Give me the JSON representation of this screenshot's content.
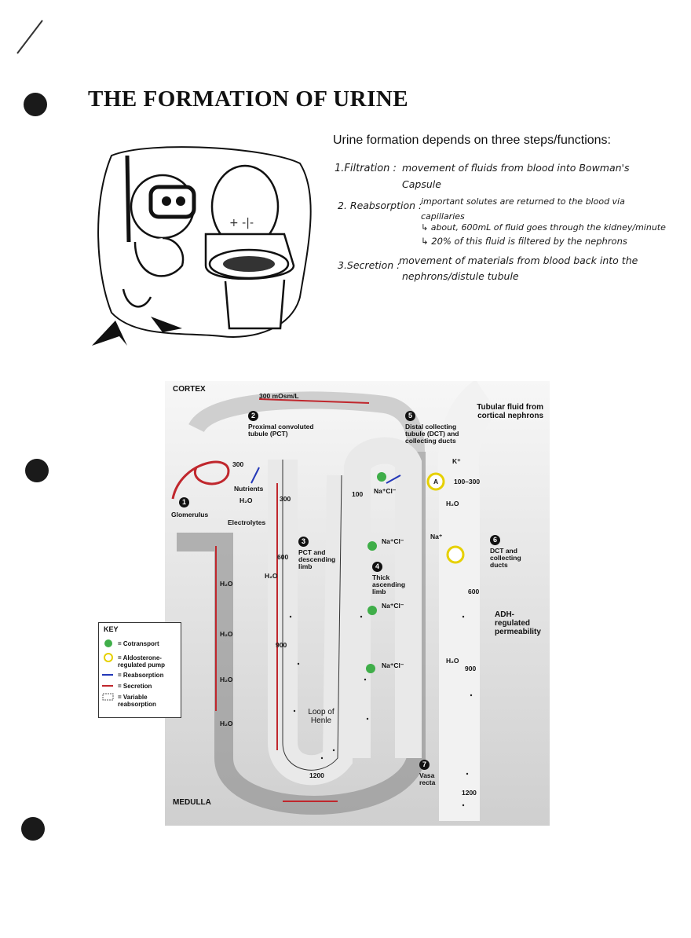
{
  "page": {
    "title": "THE FORMATION OF URINE",
    "intro": "Urine formation depends on three steps/functions:"
  },
  "notes": {
    "filtration_term": "1.Filtration :",
    "filtration_text1": "movement of  fluids from blood into Bowman's",
    "filtration_text2": "Capsule",
    "reabsorption_term": "2. Reabsorption :",
    "reabsorption_text1": "important solutes are returned to the blood via",
    "reabsorption_text2": "capillaries",
    "reabsorption_sub1": "↳ about, 600mL of fluid goes through the kidney/minute",
    "reabsorption_sub2": "↳ 20% of this fluid is filtered by the nephrons",
    "secretion_term": "3.Secretion :",
    "secretion_text1": "movement of materials from blood back into the",
    "secretion_text2": "nephrons/distule tubule"
  },
  "diagram": {
    "cortex": "CORTEX",
    "medulla": "MEDULLA",
    "osm_top": "300 mOsm/L",
    "tubular_fluid": "Tubular fluid from cortical nephrons",
    "step1": "1",
    "glomerulus": "Glomerulus",
    "step2": "2",
    "pct": "Proximal convoluted tubule (PCT)",
    "step3": "3",
    "pct_desc": "PCT and descending limb",
    "step4": "4",
    "thick": "Thick ascending limb",
    "step5": "5",
    "dct": "Distal collecting tubule (DCT) and collecting ducts",
    "step6": "6",
    "dct2": "DCT and collecting ducts",
    "step7": "7",
    "vasa": "Vasa recta",
    "nutrients": "Nutrients",
    "electrolytes": "Electrolytes",
    "loop": "Loop of Henle",
    "adh": "ADH- regulated permeability",
    "h2o": "H₂O",
    "nacl": "Na⁺Cl⁻",
    "na": "Na⁺",
    "k": "K⁺",
    "a": "A",
    "v300a": "300",
    "v300b": "300",
    "v600": "600",
    "v900": "900",
    "v1200a": "1200",
    "v100": "100",
    "v100_300": "100–300",
    "v600b": "600",
    "v900b": "900",
    "v1200b": "1200"
  },
  "key": {
    "title": "KEY",
    "cotransport": "= Cotransport",
    "aldosterone": "= Aldosterone- regulated pump",
    "reabsorption": "= Reabsorption",
    "secretion": "= Secretion",
    "variable": "= Variable reabsorption"
  },
  "colors": {
    "red_arrow": "#c0272d",
    "blue_arrow": "#2438b8",
    "green_dot": "#3fae49",
    "yellow_ring": "#e6d000",
    "tubule_gray": "#cfcfcf",
    "vessel_gray": "#8a8a8a"
  }
}
